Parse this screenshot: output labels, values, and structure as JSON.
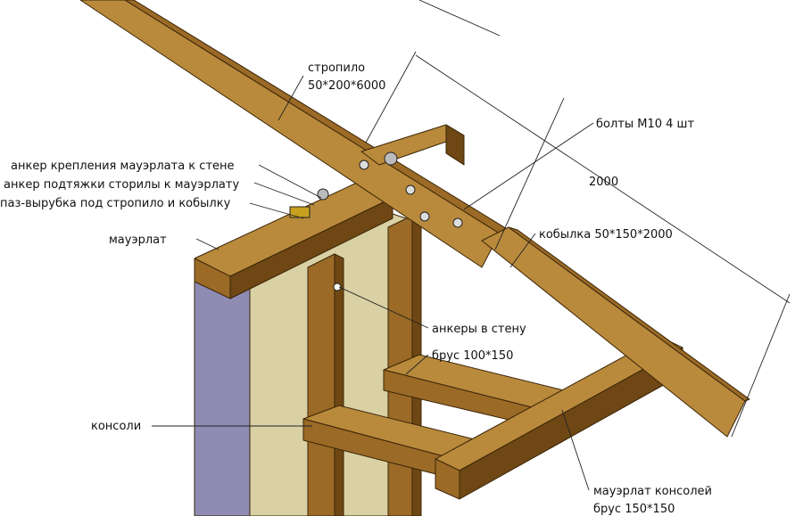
{
  "colors": {
    "wood_light": "#b98a3c",
    "wood_mid": "#9a6a26",
    "wood_dark": "#6e4714",
    "insulation": "#d9d1a4",
    "wall": "#8e8cb3",
    "wall_side": "#6f6d96"
  },
  "labels": {
    "rafter_name": "стропило",
    "rafter_size": "50*200*6000",
    "bolts": "болты М10 4 шт",
    "anchor_wall": "анкер крепления мауэрлата к стене",
    "anchor_tie": "анкер подтяжки сторилы к мауэрлату",
    "notch": "паз-вырубка под стропило и кобылку",
    "dimension": "2000",
    "kobylka": "кобылка 50*150*2000",
    "mauerlat": "мауэрлат",
    "anchors_wall": "анкеры в стену",
    "beam": "брус 100*150",
    "consoles": "консоли",
    "console_mauerlat": "мауэрлат консолей",
    "console_beam": "брус 150*150"
  }
}
